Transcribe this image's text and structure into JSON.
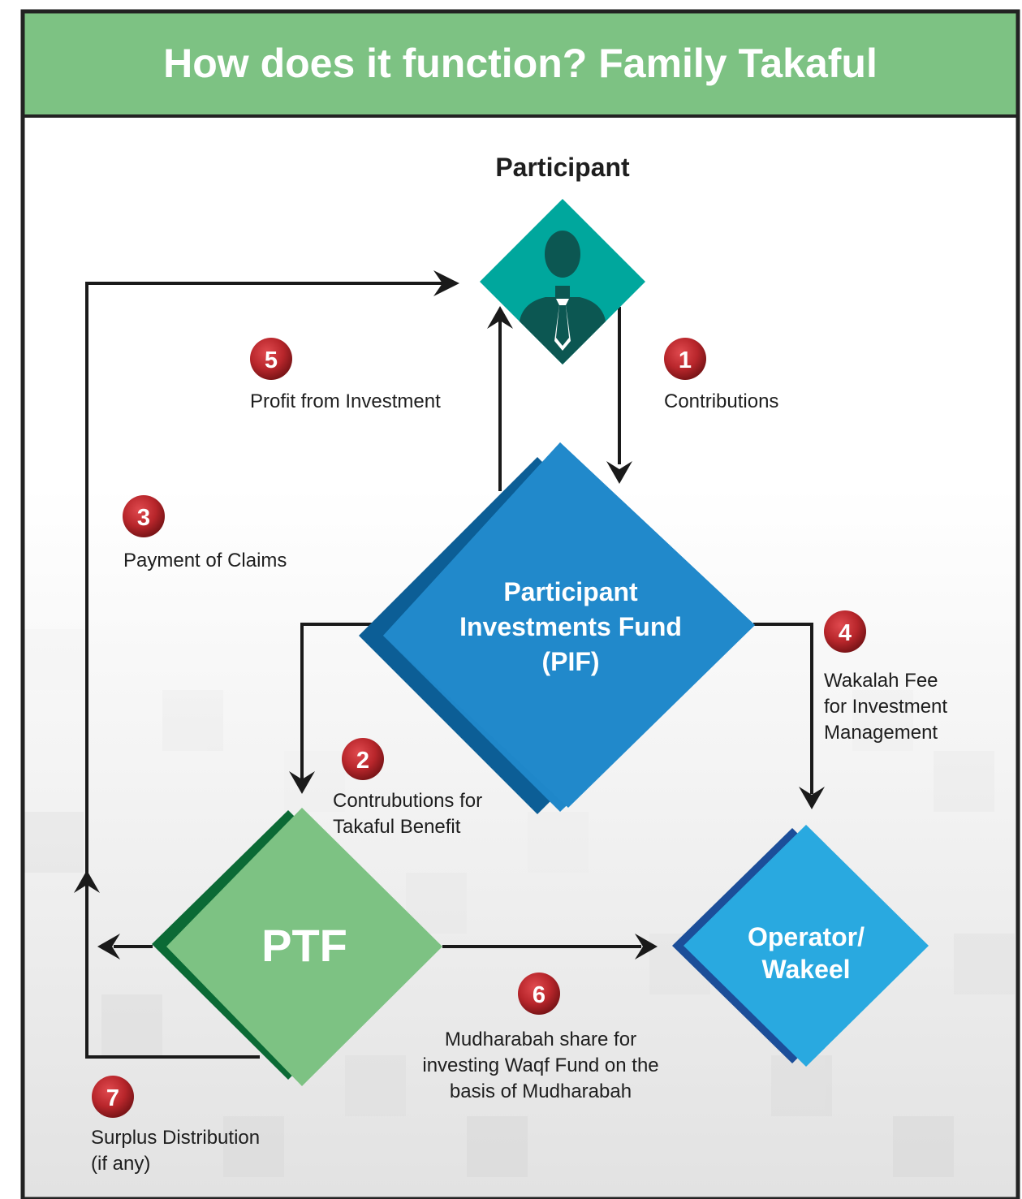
{
  "title": "How does it function? Family Takaful",
  "colors": {
    "header_green": "#7dc283",
    "frame_border": "#222222",
    "participant_teal": "#00a79d",
    "pif_blue": "#1f87c9",
    "pif_shadow": "#0c5e96",
    "ptf_green": "#7dc283",
    "ptf_shadow": "#0b6a35",
    "operator_blue": "#29a9e0",
    "operator_shadow": "#1c4e99",
    "badge_red": "#b8262b",
    "arrow": "#1a1a1a"
  },
  "nodes": {
    "participant": {
      "label": "Participant",
      "icon": "businessman-icon"
    },
    "pif": {
      "line1": "Participant",
      "line2": "Investments Fund",
      "line3": "(PIF)"
    },
    "ptf": {
      "label": "PTF"
    },
    "operator": {
      "line1": "Operator/",
      "line2": "Wakeel"
    }
  },
  "steps": [
    {
      "num": "1",
      "label": "Contributions"
    },
    {
      "num": "2",
      "line1": "Contrubutions for",
      "line2": "Takaful Benefit"
    },
    {
      "num": "3",
      "label": "Payment of Claims"
    },
    {
      "num": "4",
      "line1": "Wakalah Fee",
      "line2": "for Investment",
      "line3": "Management"
    },
    {
      "num": "5",
      "label": "Profit from Investment"
    },
    {
      "num": "6",
      "line1": "Mudharabah share for",
      "line2": "investing Waqf Fund on the",
      "line3": "basis of Mudharabah"
    },
    {
      "num": "7",
      "line1": "Surplus Distribution",
      "line2": "(if any)"
    }
  ]
}
